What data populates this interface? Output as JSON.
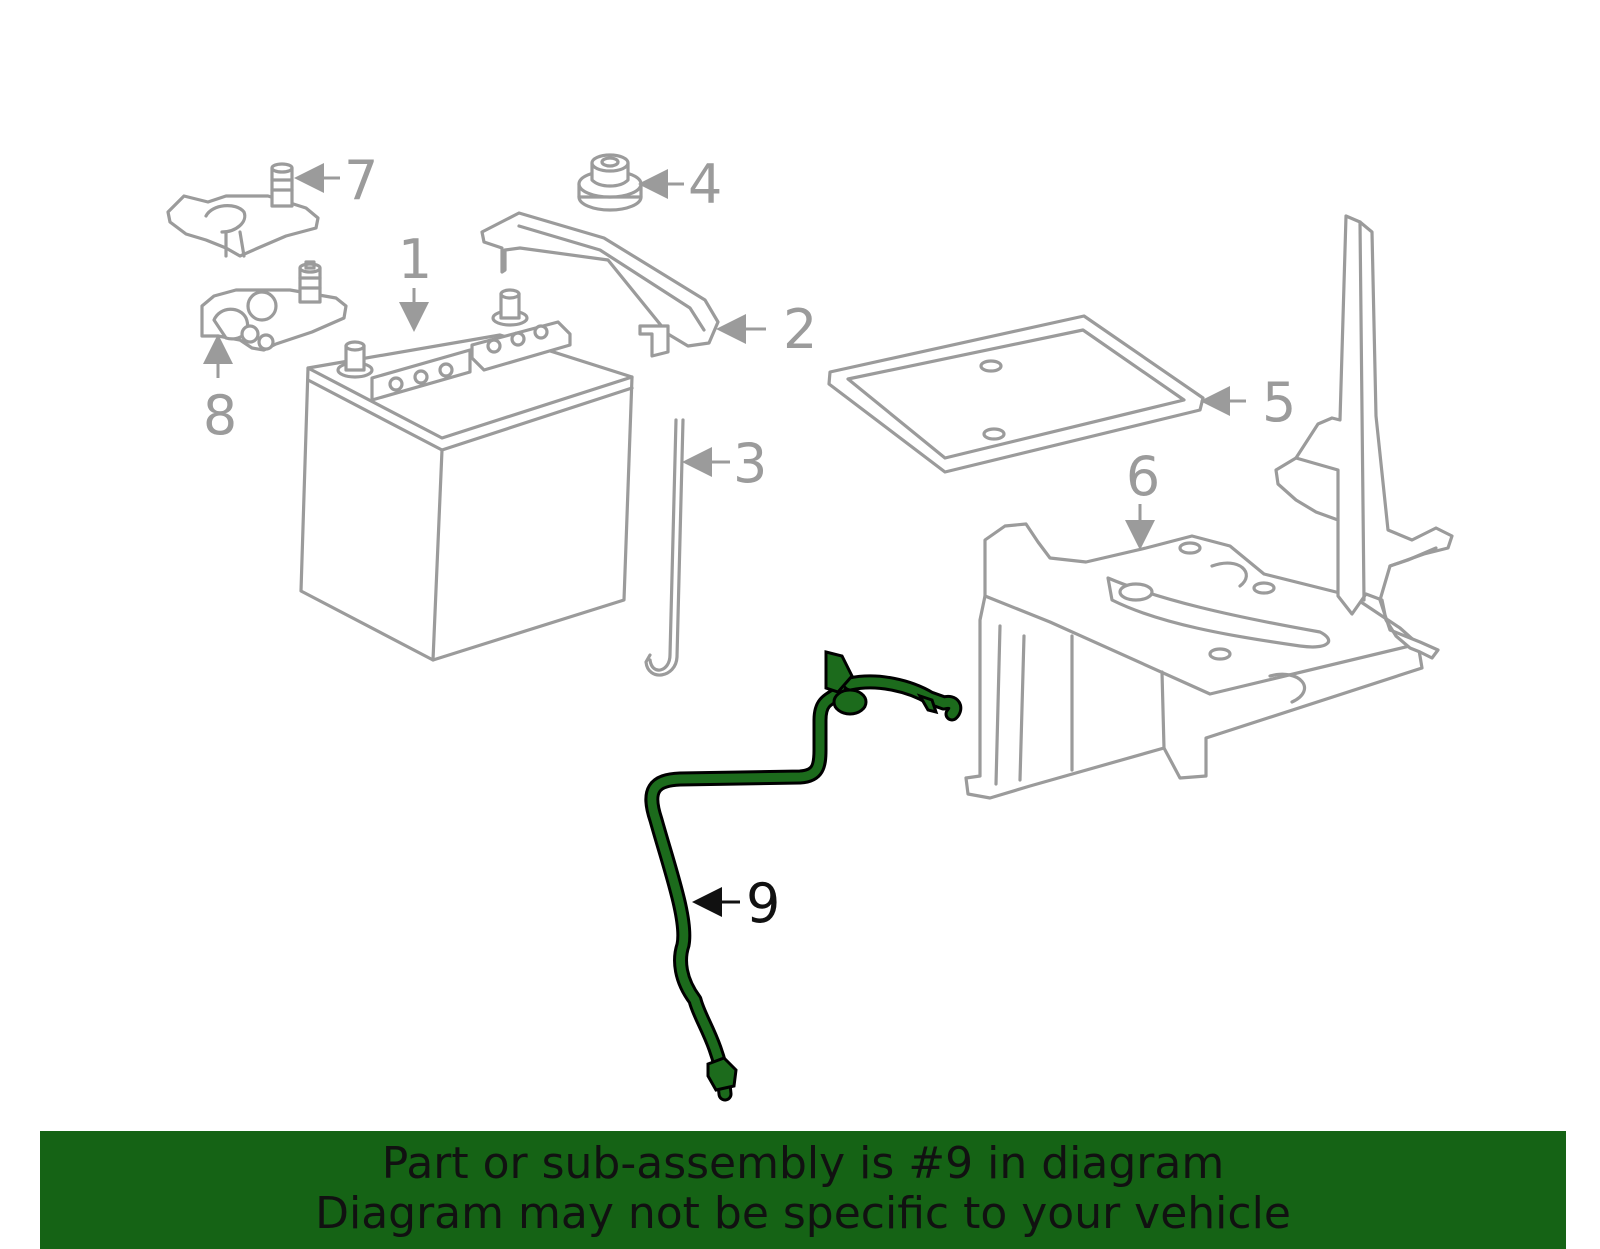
{
  "callouts": [
    "1",
    "2",
    "3",
    "4",
    "5",
    "6",
    "7",
    "8",
    "9"
  ],
  "highlight_callout": "9",
  "colors": {
    "highlight_part": "#1c6b1c",
    "banner_background": "#156315",
    "part_outline": "#9b9b9b",
    "callout_text": "#9b9b9b",
    "highlight_text": "#111111"
  },
  "banner": {
    "line1": "Part or sub-assembly is #9 in diagram",
    "line2": "Diagram may not be specific to your vehicle"
  }
}
